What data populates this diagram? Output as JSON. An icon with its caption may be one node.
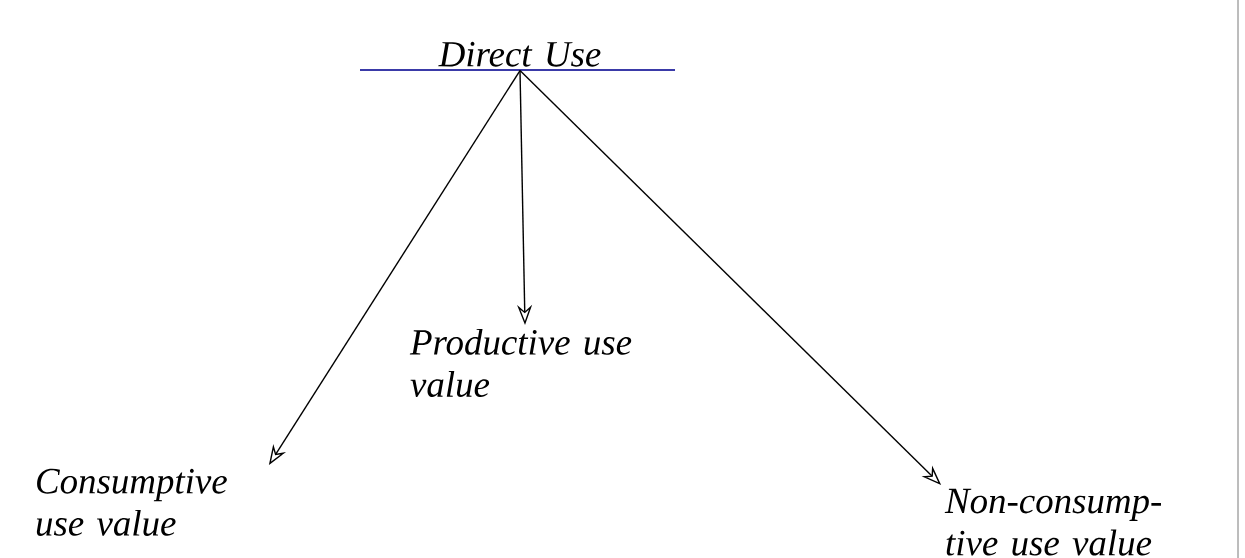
{
  "diagram": {
    "nodes": [
      {
        "text": [
          "Direct Use"
        ]
      },
      {
        "text": [
          "Consumptive use value"
        ]
      },
      {
        "text": [
          "Productive use value"
        ]
      },
      {
        "text": [
          "Non-consump- tive use value"
        ]
      }
    ],
    "edges": [
      {
        "from": 0,
        "to": 1,
        "arrow": "to"
      },
      {
        "from": 0,
        "to": 2,
        "arrow": "to"
      },
      {
        "from": 0,
        "to": 3,
        "arrow": "to"
      }
    ]
  }
}
